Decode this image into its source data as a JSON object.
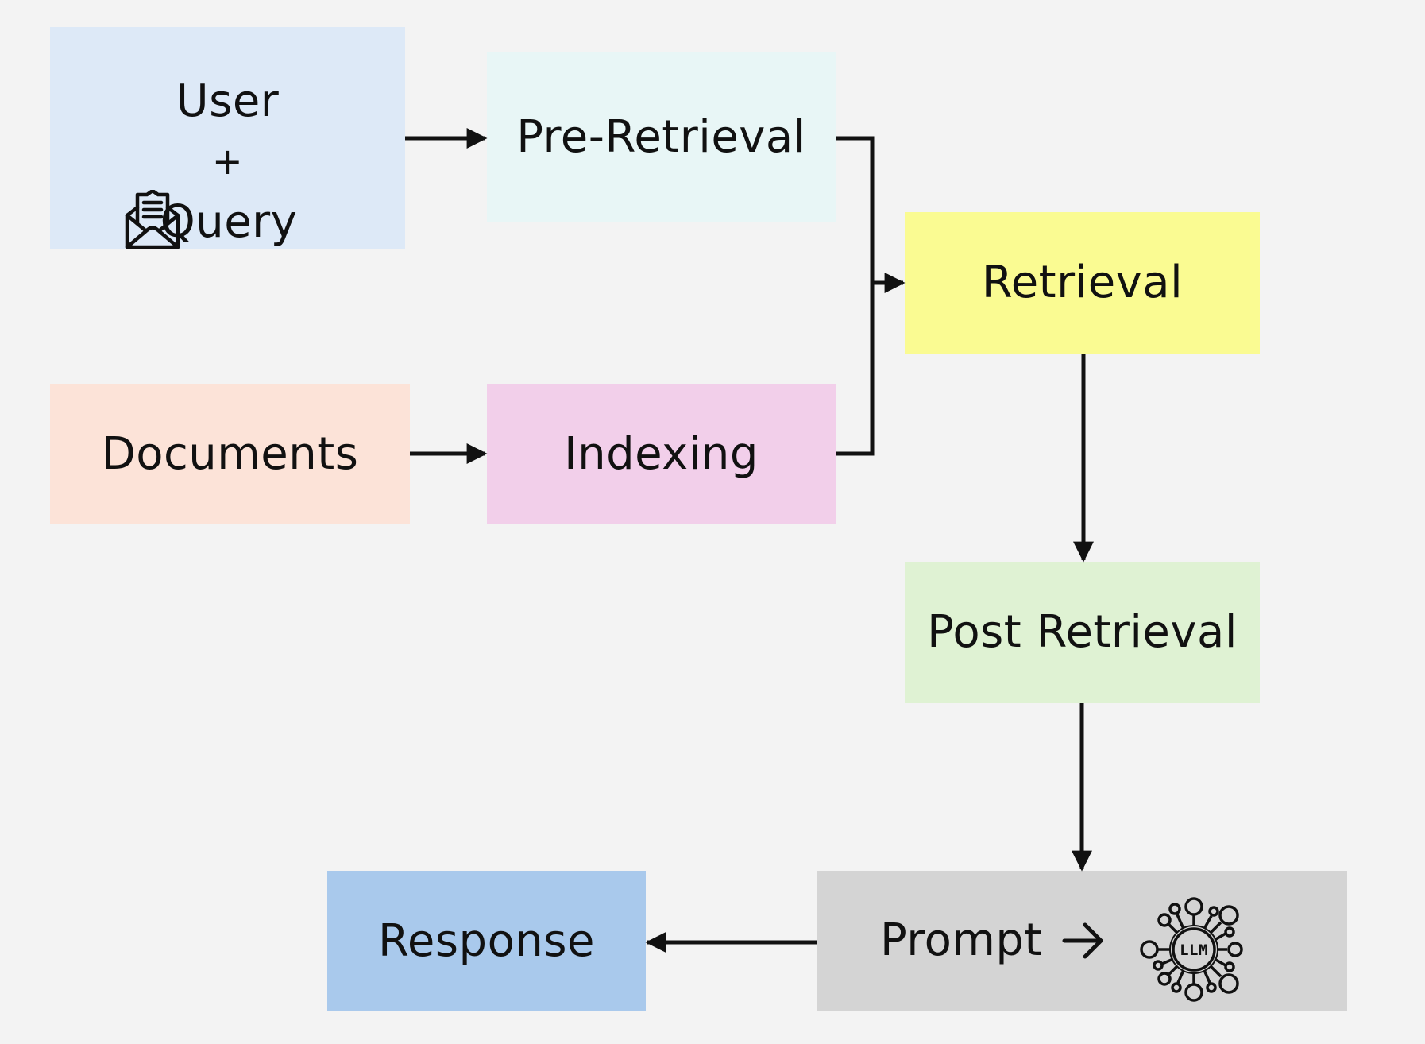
{
  "nodes": {
    "user_query": {
      "line1": "User",
      "line2": "+",
      "line3": "Query",
      "color": "#dde9f7",
      "icon": "envelope-icon"
    },
    "pre_retrieval": {
      "label": "Pre-Retrieval",
      "color": "#e8f6f6"
    },
    "retrieval": {
      "label": "Retrieval",
      "color": "#fafb92"
    },
    "documents": {
      "label": "Documents",
      "color": "#fce3d8"
    },
    "indexing": {
      "label": "Indexing",
      "color": "#f2cfea"
    },
    "post_retrieval": {
      "label": "Post Retrieval",
      "color": "#dff2d3"
    },
    "response": {
      "label": "Response",
      "color": "#a9c9ec"
    },
    "prompt_llm": {
      "label": "Prompt",
      "color": "#d4d4d4",
      "icon": "llm-network-icon",
      "icon_text": "LLM"
    }
  },
  "edges": [
    {
      "from": "user_query",
      "to": "pre_retrieval"
    },
    {
      "from": "documents",
      "to": "indexing"
    },
    {
      "from": "pre_retrieval",
      "to": "retrieval"
    },
    {
      "from": "indexing",
      "to": "retrieval"
    },
    {
      "from": "retrieval",
      "to": "post_retrieval"
    },
    {
      "from": "post_retrieval",
      "to": "prompt_llm"
    },
    {
      "from": "prompt_llm",
      "to": "response"
    }
  ]
}
